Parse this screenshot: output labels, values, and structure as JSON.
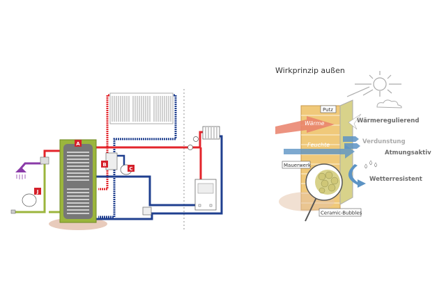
{
  "left_diagram": {
    "markers": {
      "a": "A",
      "b": "B",
      "c": "C",
      "j": "J"
    }
  },
  "right_diagram": {
    "title": "Wirkprinzip außen",
    "labels": {
      "putz": "Putz",
      "waerme": "Wärme",
      "waermeregulierend": "Wärmeregulierend",
      "verdunstung": "Verdunstung",
      "feuchte": "Feuchte",
      "atmungsaktiv": "Atmungsaktiv",
      "mauerwerk": "Mauerwerk",
      "wetterresistent": "Wetterresistent",
      "ceramic_bubbles": "Ceramic-Bubbles"
    }
  },
  "colors": {
    "hot": "#e3242b",
    "cold": "#1f3f8f",
    "green": "#9bb53c",
    "flow_blue": "#5c93c4",
    "flow_red": "#e9806a",
    "badge": "#d4202a"
  }
}
